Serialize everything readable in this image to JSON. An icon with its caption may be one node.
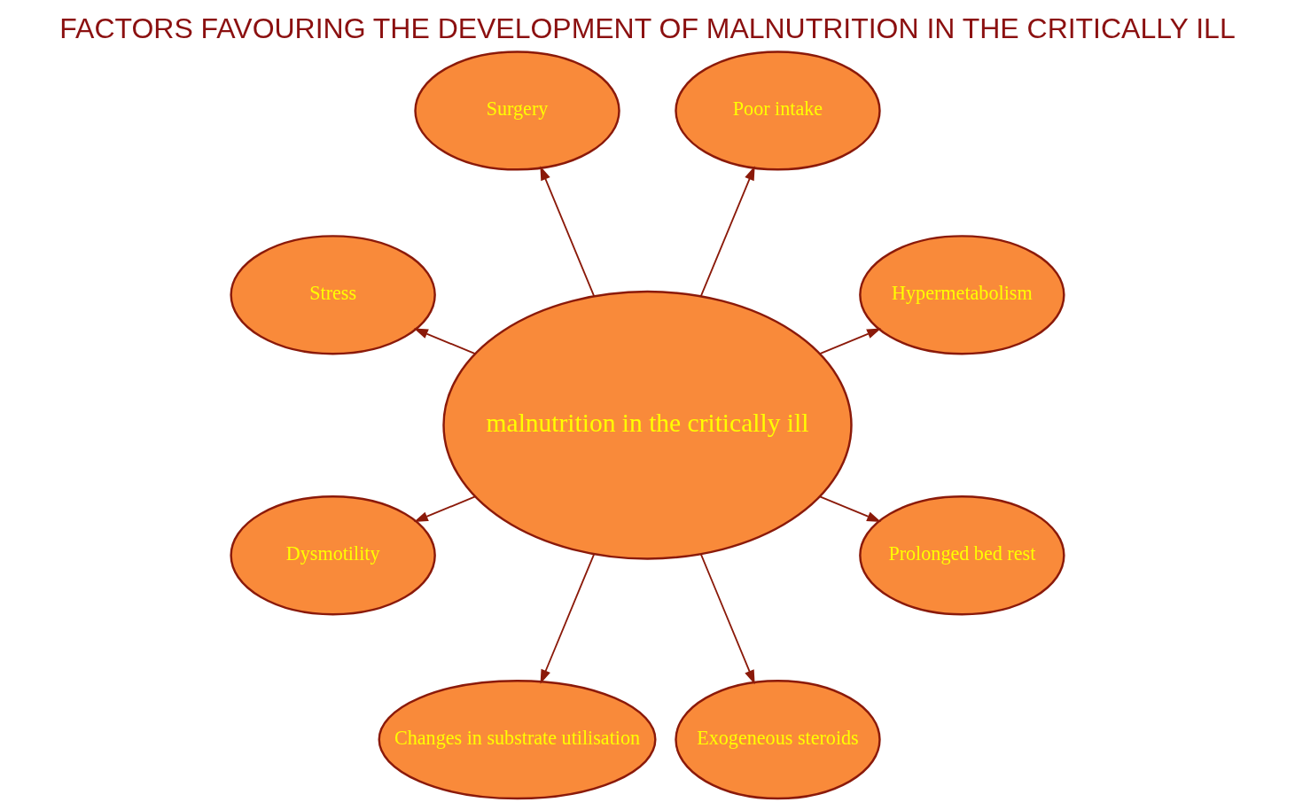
{
  "diagram": {
    "title": "FACTORS FAVOURING THE DEVELOPMENT OF MALNUTRITION IN THE CRITICALLY ILL",
    "nodes": [
      {
        "text": [
          "malnutrition in the critically ill"
        ]
      },
      {
        "text": [
          "Hypermetabolism"
        ]
      },
      {
        "text": [
          "Poor intake"
        ]
      },
      {
        "text": [
          "Surgery"
        ]
      },
      {
        "text": [
          "Stress"
        ]
      },
      {
        "text": [
          "Dysmotility"
        ]
      },
      {
        "text": [
          "Changes in substrate utilisation"
        ]
      },
      {
        "text": [
          "Exogeneous steroids"
        ]
      },
      {
        "text": [
          "Prolonged bed rest"
        ]
      }
    ],
    "edges": [
      {
        "from": 0,
        "to": 1,
        "arrow": "to"
      },
      {
        "from": 0,
        "to": 2,
        "arrow": "to"
      },
      {
        "from": 0,
        "to": 3,
        "arrow": "to"
      },
      {
        "from": 0,
        "to": 4,
        "arrow": "to"
      },
      {
        "from": 0,
        "to": 5,
        "arrow": "to"
      },
      {
        "from": 0,
        "to": 6,
        "arrow": "to"
      },
      {
        "from": 0,
        "to": 7,
        "arrow": "to"
      },
      {
        "from": 0,
        "to": 8,
        "arrow": "to"
      }
    ]
  }
}
